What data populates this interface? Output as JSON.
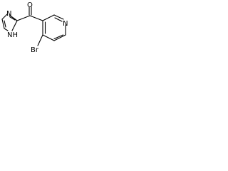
{
  "molecule": {
    "atoms": {
      "oxygen": "O",
      "nh": "NH",
      "n_imidazole": "N",
      "n_pyridine": "N",
      "bromine": "Br"
    },
    "bond_color": "#000000",
    "background_color": "#ffffff"
  }
}
